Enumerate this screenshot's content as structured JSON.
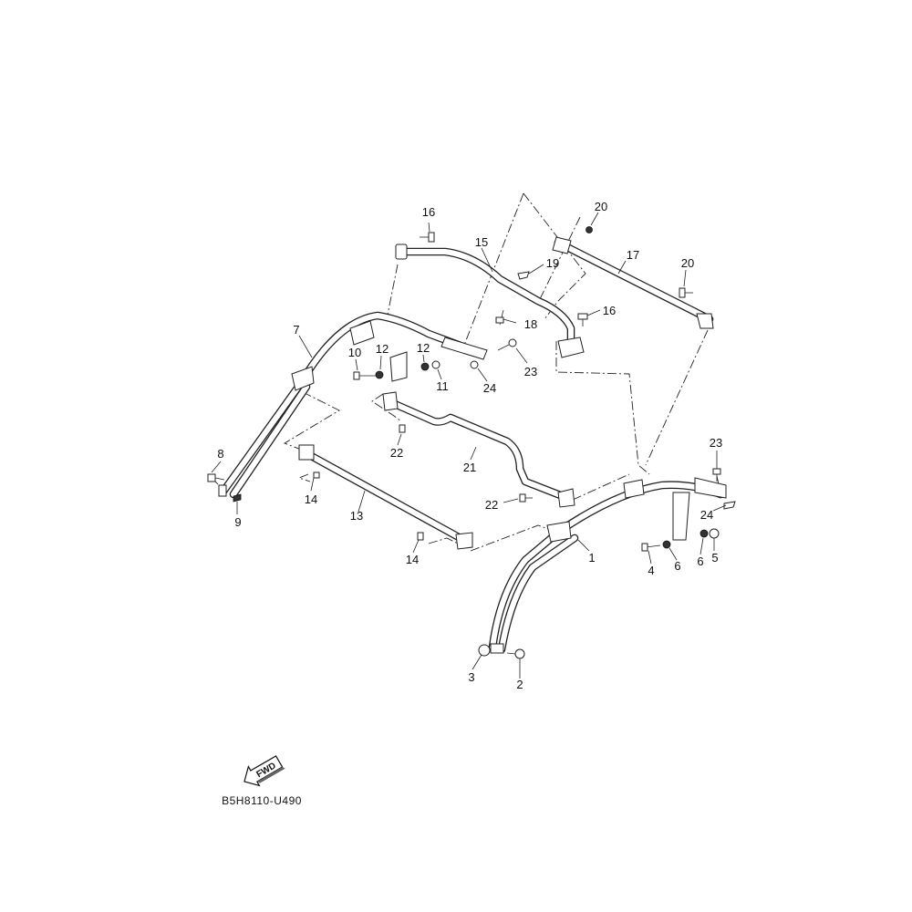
{
  "diagram_code": "B5H8110-U490",
  "fwd_label": "FWD",
  "callouts": {
    "c1": "1",
    "c2": "2",
    "c3": "3",
    "c4": "4",
    "c5": "5",
    "c6a": "6",
    "c6b": "6",
    "c7": "7",
    "c8": "8",
    "c9": "9",
    "c10": "10",
    "c11": "11",
    "c12a": "12",
    "c12b": "12",
    "c13": "13",
    "c14a": "14",
    "c14b": "14",
    "c15": "15",
    "c16a": "16",
    "c16b": "16",
    "c17": "17",
    "c18": "18",
    "c19": "19",
    "c20a": "20",
    "c20b": "20",
    "c21": "21",
    "c22a": "22",
    "c22b": "22",
    "c23a": "23",
    "c23b": "23",
    "c24a": "24",
    "c24b": "24"
  }
}
